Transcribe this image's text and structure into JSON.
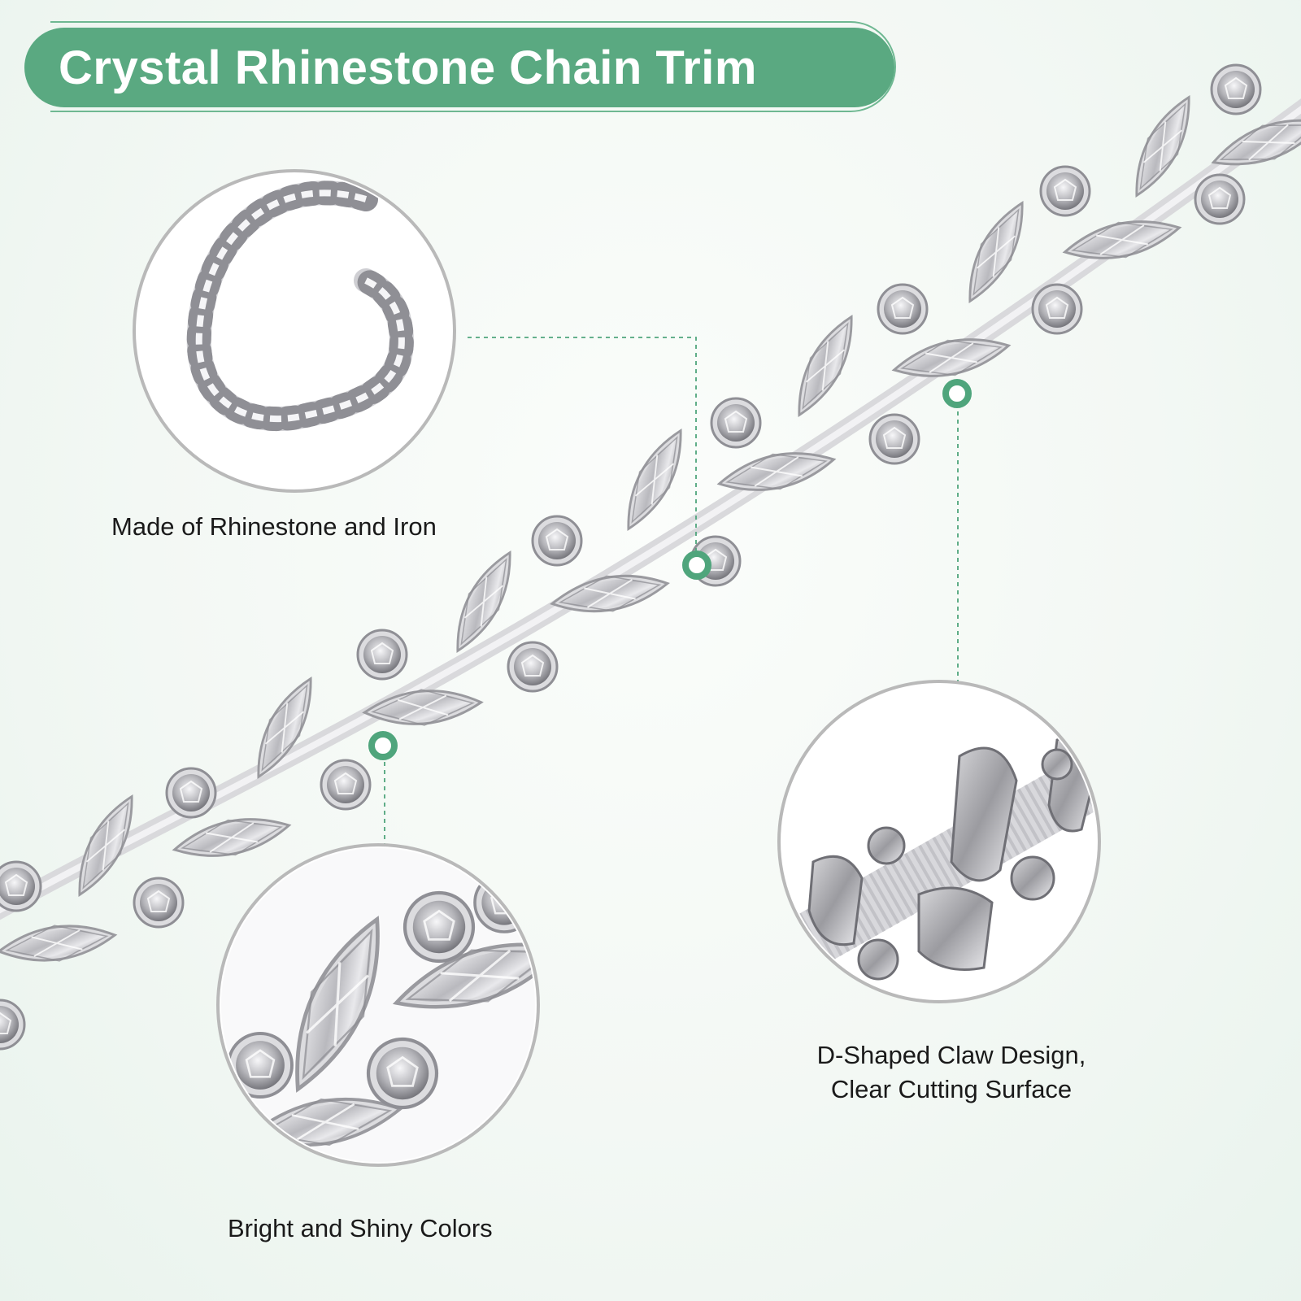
{
  "title": "Crystal Rhinestone Chain Trim",
  "features": [
    {
      "label": "Made of Rhinestone and Iron"
    },
    {
      "label": "Bright and Shiny Colors"
    },
    {
      "label_line1": "D-Shaped Claw Design,",
      "label_line2": "Clear Cutting Surface"
    }
  ],
  "colors": {
    "accent": "#5aa981",
    "marker_ring": "#4fa57c",
    "circle_border": "#b9b9b9",
    "stone": "#c9c9cc",
    "setting": "#e7e7ea"
  }
}
